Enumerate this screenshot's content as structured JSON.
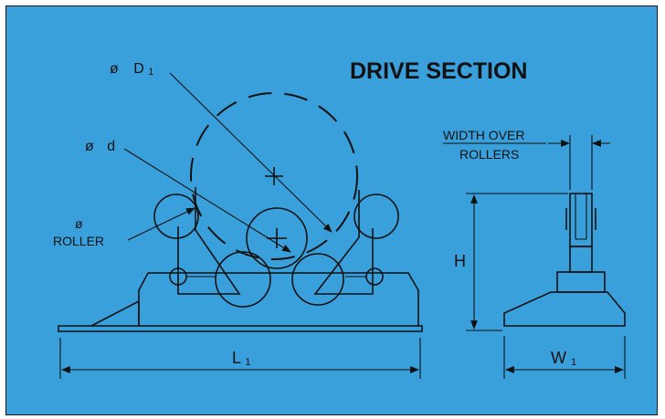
{
  "title": "DRIVE SECTION",
  "labels": {
    "d1_prefix": "ø",
    "d1_main": "D",
    "d1_sub": "1",
    "d_prefix": "ø",
    "d_main": "d",
    "roller_symbol": "ø",
    "roller_word": "ROLLER",
    "width_over_line1": "WIDTH OVER",
    "width_over_line2": "ROLLERS",
    "h": "H",
    "l1_main": "L",
    "l1_sub": "1",
    "w1_main": "W",
    "w1_sub": "1"
  },
  "colors": {
    "background": "#3aa0dc",
    "ink": "#111111"
  }
}
